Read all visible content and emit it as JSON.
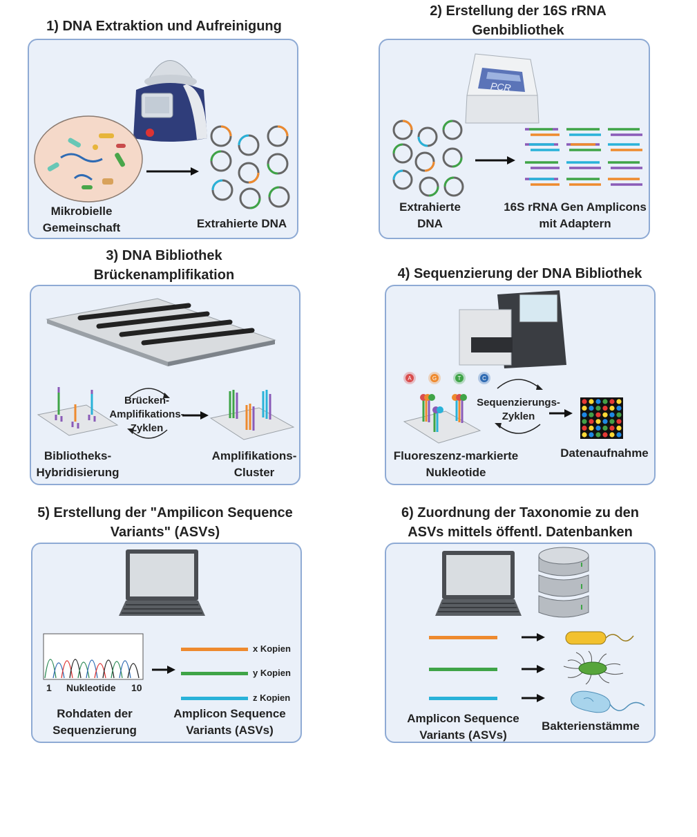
{
  "panels": [
    {
      "title": "1) DNA Extraktion und Aufreinigung",
      "labels": {
        "community": [
          "Mikrobielle",
          "Gemeinschaft"
        ],
        "dna": "Extrahierte  DNA"
      }
    },
    {
      "title": [
        "2) Erstellung der 16S rRNA",
        "Genbibliothek"
      ],
      "device": "PCR",
      "labels": {
        "dna": [
          "Extrahierte",
          "DNA"
        ],
        "amplicons": [
          "16S rRNA Gen Amplicons",
          "mit Adaptern"
        ]
      }
    },
    {
      "title": [
        "3) DNA Bibliothek",
        "Brückenamplifikation"
      ],
      "labels": {
        "hybrid": [
          "Bibliotheks-",
          "Hybridisierung"
        ],
        "cycle": [
          "Brücken-",
          "Amplifikations-",
          "Zyklen"
        ],
        "cluster": [
          "Amplifikations-",
          "Cluster"
        ]
      }
    },
    {
      "title": "4) Sequenzierung der DNA Bibliothek",
      "bases": [
        "A",
        "G",
        "T",
        "C"
      ],
      "labels": {
        "cycle": [
          "Sequenzierungs-",
          "Zyklen"
        ],
        "nucleotides": [
          "Fluoreszenz-markierte",
          "Nukleotide"
        ],
        "acquisition": "Datenaufnahme"
      }
    },
    {
      "title": [
        "5)  Erstellung der \"Ampilicon Sequence",
        "Variants\" (ASVs)"
      ],
      "axis": {
        "start": "1",
        "label": "Nukleotide",
        "end": "10"
      },
      "copies": [
        "x Kopien",
        "y Kopien",
        "z Kopien"
      ],
      "labels": {
        "raw": [
          "Rohdaten der",
          "Sequenzierung"
        ],
        "asv": [
          "Amplicon Sequence",
          "Variants (ASVs)"
        ]
      }
    },
    {
      "title": [
        "6)  Zuordnung der Taxonomie zu den",
        "ASVs mittels öffentl. Datenbanken"
      ],
      "labels": {
        "asv": [
          "Amplicon Sequence",
          "Variants (ASVs)"
        ],
        "strains": "Bakterienstämme"
      }
    }
  ],
  "colors": {
    "panel_bg": "#eaf0f9",
    "panel_border": "#8eaad4",
    "orange": "#ee8a2e",
    "green": "#3fa447",
    "blue": "#29b2d9",
    "purple": "#8a5bb7"
  }
}
